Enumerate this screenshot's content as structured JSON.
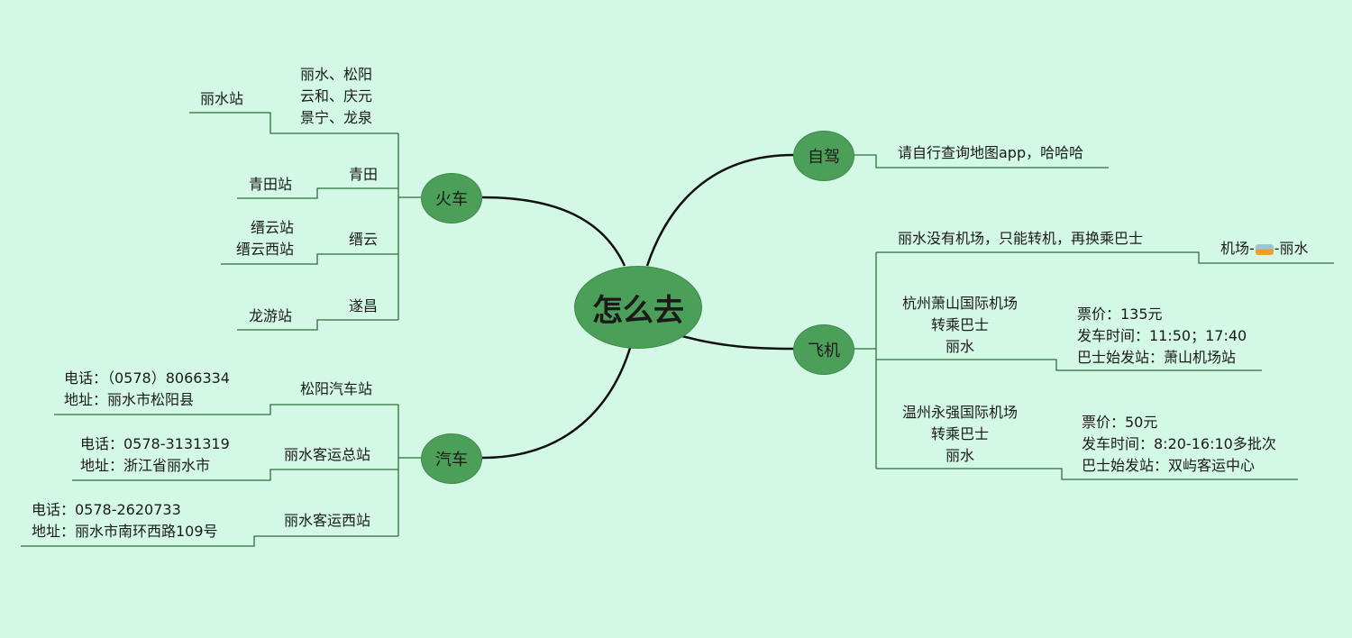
{
  "root": "怎么去",
  "colors": {
    "background": "#d4f8e6",
    "node": "#4c9f58",
    "line": "#2f6e3a"
  },
  "train": {
    "label": "火车",
    "branches": [
      {
        "label": [
          "丽水、松阳",
          "云和、庆元",
          "景宁、龙泉"
        ],
        "station": [
          "丽水站"
        ]
      },
      {
        "label": [
          "青田"
        ],
        "station": [
          "青田站"
        ]
      },
      {
        "label": [
          "缙云"
        ],
        "station": [
          "缙云站",
          "缙云西站"
        ]
      },
      {
        "label": [
          "遂昌"
        ],
        "station": [
          "龙游站"
        ]
      }
    ]
  },
  "bus": {
    "label": "汽车",
    "branches": [
      {
        "label": "松阳汽车站",
        "phone": "电话：（0578）8066334",
        "address": "地址：丽水市松阳县"
      },
      {
        "label": "丽水客运总站",
        "phone": "电话：0578-3131319",
        "address": "地址：浙江省丽水市"
      },
      {
        "label": "丽水客运西站",
        "phone": "电话：0578-2620733",
        "address": "地址：丽水市南环西路109号"
      }
    ]
  },
  "drive": {
    "label": "自驾",
    "note": "请自行查询地图app，哈哈哈"
  },
  "plane": {
    "label": "飞机",
    "branches": [
      {
        "label": "丽水没有机场，只能转机，再换乘巴士",
        "route_from": "机场-",
        "route_icon": "bus-icon",
        "route_to": "-丽水"
      },
      {
        "label": [
          "杭州萧山国际机场",
          "转乘巴士",
          "丽水"
        ],
        "details": [
          "票价：135元",
          "发车时间：11:50；17:40",
          "巴士始发站：萧山机场站"
        ]
      },
      {
        "label": [
          "温州永强国际机场",
          "转乘巴士",
          "丽水"
        ],
        "details": [
          "票价：50元",
          "发车时间：8:20-16:10多批次",
          "巴士始发站：双屿客运中心"
        ]
      }
    ]
  }
}
